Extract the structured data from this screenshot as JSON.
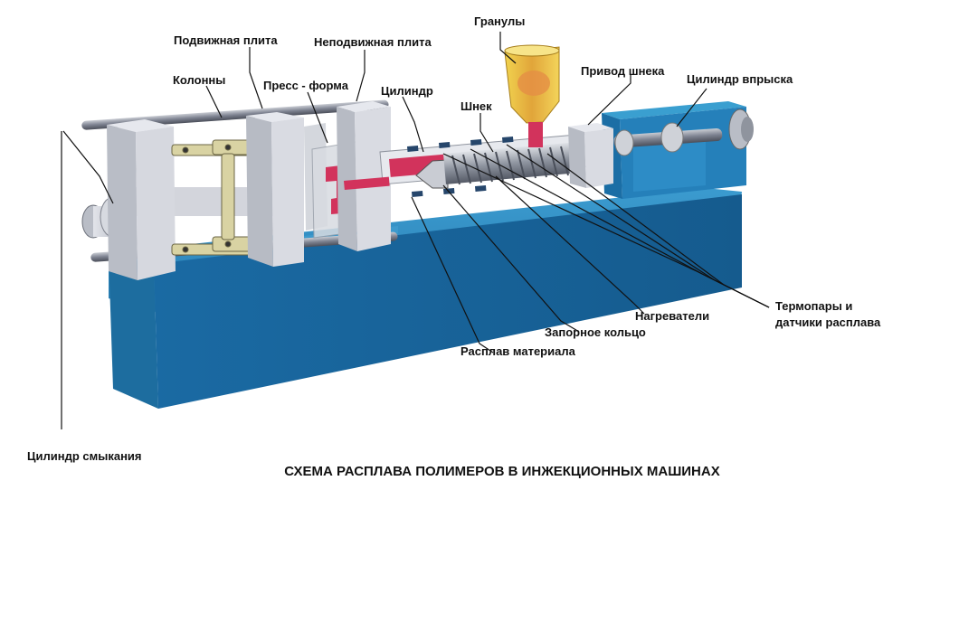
{
  "labels": {
    "granules": "Гранулы",
    "moving_plate": "Подвижная плита",
    "fixed_plate": "Неподвижная плита",
    "columns": "Колонны",
    "mold": "Пресс - форма",
    "cylinder": "Цилиндр",
    "screw_drive": "Привод шнека",
    "injection_cylinder": "Цилиндр впрыска",
    "screw": "Шнек",
    "thermocouples_line1": "Термопары и",
    "thermocouples_line2": "датчики расплава",
    "heaters": "Нагреватели",
    "check_ring": "Запорное кольцо",
    "melt": "Расплав материала",
    "clamp_cylinder": "Цилиндр смыкания"
  },
  "title": "СХЕМА РАСПЛАВА ПОЛИМЕРОВ В ИНЖЕКЦИОННЫХ МАШИНАХ",
  "colors": {
    "base_top": "#2f8fc0",
    "base_front": "#1f6fa5",
    "base_side": "#185a88",
    "frame": "#d3d5dc",
    "melt": "#d2335c",
    "granules": "#e9c23a",
    "screw": "#9aa0aa"
  }
}
